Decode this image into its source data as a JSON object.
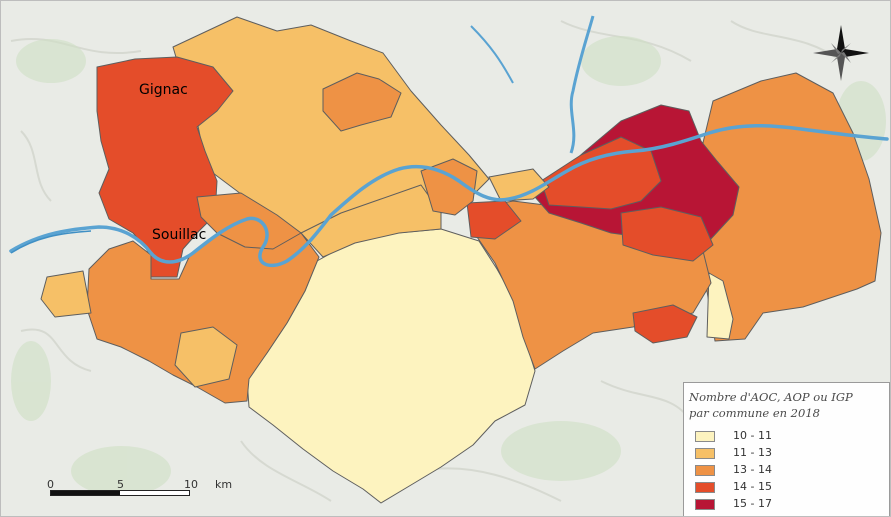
{
  "map": {
    "places": [
      {
        "name": "Gignac"
      },
      {
        "name": "Souillac"
      }
    ],
    "legend": {
      "title_line1": "Nombre d'AOC, AOP ou IGP",
      "title_line2": "par commune en 2018",
      "classes": [
        {
          "label": "10 - 11",
          "color": "#fdf3bf"
        },
        {
          "label": "11 - 13",
          "color": "#f6c067"
        },
        {
          "label": "13 - 14",
          "color": "#ee9245"
        },
        {
          "label": "14 - 15",
          "color": "#e44d2a"
        },
        {
          "label": "15 - 17",
          "color": "#b81535"
        }
      ]
    },
    "scale": {
      "ticks": [
        "0",
        "5",
        "10",
        "km"
      ]
    },
    "colors": {
      "background": "#e9ebe6",
      "river": "#5aa3d2",
      "boundary": "#5e5e5e"
    },
    "compass": "north-arrow-compass-rose"
  }
}
